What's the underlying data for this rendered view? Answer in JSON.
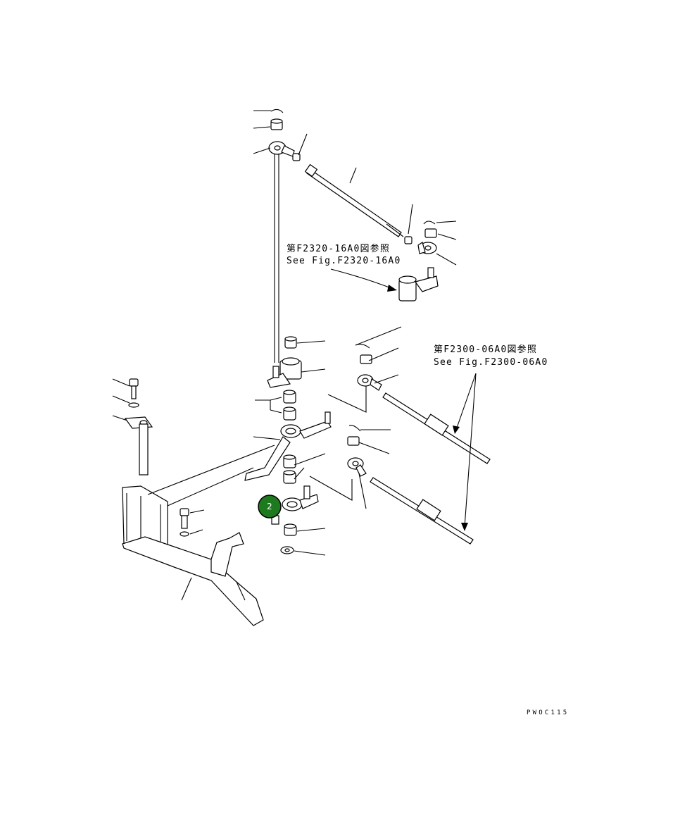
{
  "references": [
    {
      "jp": "第F2320-16A0図参照",
      "en": "See Fig.F2320-16A0"
    },
    {
      "jp": "第F2300-06A0図参照",
      "en": "See Fig.F2300-06A0"
    }
  ],
  "callout_badge": {
    "label": "2",
    "color": "#1e7a1e"
  },
  "drawing_code": "PWOC115",
  "colors": {
    "line": "#000000",
    "background": "#ffffff"
  }
}
